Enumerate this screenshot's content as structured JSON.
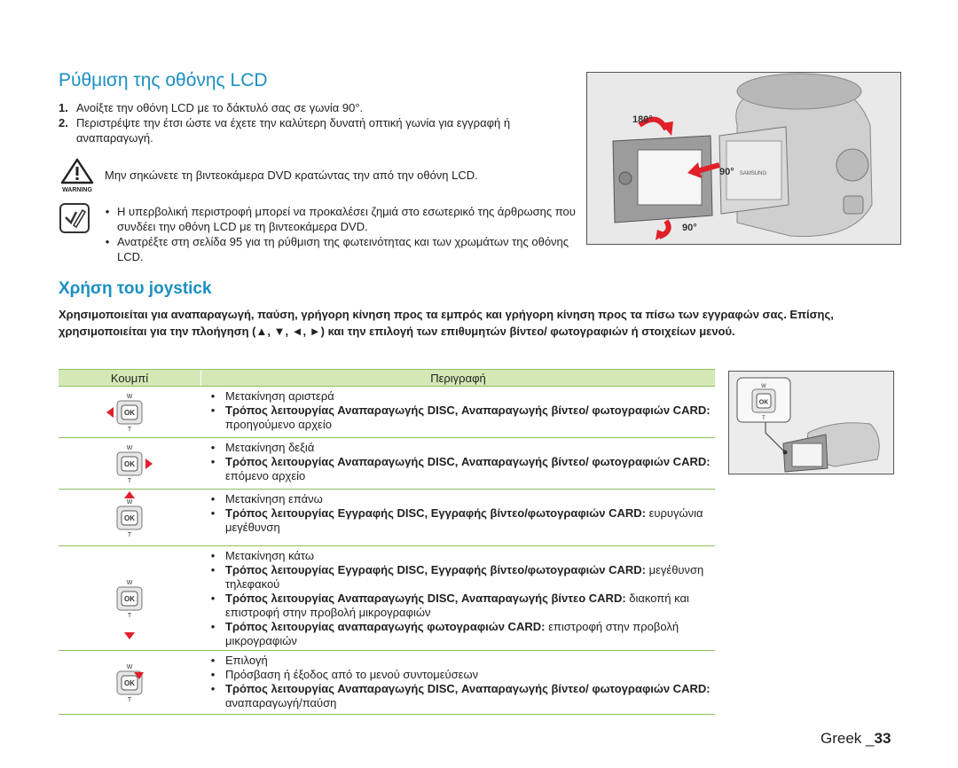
{
  "section1": {
    "title": "Ρύθμιση της οθόνης LCD",
    "steps": [
      {
        "num": "1.",
        "text": "Ανοίξτε την οθόνη LCD με το δάκτυλό σας σε γωνία 90°."
      },
      {
        "num": "2.",
        "text": "Περιστρέψτε την έτσι ώστε να έχετε την καλύτερη δυνατή οπτική γωνία για εγγραφή ή αναπαραγωγή."
      }
    ],
    "warning_label": "WARNING",
    "warning_text": "Μην σηκώνετε τη βιντεοκάμερα DVD κρατώντας την από την οθόνη LCD.",
    "notes": [
      "Η υπερβολική περιστροφή μπορεί να προκαλέσει ζημιά στο εσωτερικό της άρθρωσης που συνδέει την οθόνη LCD με τη βιντεοκάμερα DVD.",
      "Ανατρέξτε στη σελίδα 95 για τη ρύθμιση της φωτεινότητας και των χρωμάτων της οθόνης LCD."
    ],
    "photo_labels": {
      "angle_180": "180°",
      "angle_90_right": "90°",
      "angle_90_bottom": "90°",
      "brand": "SAMSUNG"
    }
  },
  "section2": {
    "title": "Χρήση του joystick",
    "intro": "Χρησιμοποιείται για αναπαραγωγή, παύση, γρήγορη κίνηση προς τα εμπρός και γρήγορη κίνηση προς τα πίσω των εγγραφών σας. Επίσης, χρησιμοποιείται για την πλοήγηση (▲, ▼, ◄, ►) και την επιλογή των επιθυμητών βίντεο/ φωτογραφιών ή στοιχείων μενού.",
    "table": {
      "col_button": "Κουμπί",
      "col_desc": "Περιγραφή",
      "joystick_labels": {
        "ok": "OK",
        "w": "W",
        "t": "T"
      },
      "rows": [
        {
          "arrow": "left",
          "items": [
            {
              "bold": "",
              "text": "Μετακίνηση αριστερά"
            },
            {
              "bold": "Τρόπος λειτουργίας Αναπαραγωγής DISC, Αναπαραγωγής βίντεο/ φωτογραφιών CARD:",
              "text": " προηγούμενο αρχείο"
            }
          ]
        },
        {
          "arrow": "right",
          "items": [
            {
              "bold": "",
              "text": "Μετακίνηση δεξιά"
            },
            {
              "bold": "Τρόπος λειτουργίας Αναπαραγωγής DISC, Αναπαραγωγής βίντεο/ φωτογραφιών CARD:",
              "text": " επόμενο αρχείο"
            }
          ]
        },
        {
          "arrow": "up",
          "items": [
            {
              "bold": "",
              "text": "Μετακίνηση επάνω"
            },
            {
              "bold": "Τρόπος λειτουργίας Εγγραφής DISC, Εγγραφής βίντεο/φωτογραφιών CARD:",
              "text": " ευρυγώνια μεγέθυνση"
            }
          ]
        },
        {
          "arrow": "down",
          "items": [
            {
              "bold": "",
              "text": "Μετακίνηση κάτω"
            },
            {
              "bold": "Τρόπος λειτουργίας Εγγραφής DISC, Εγγραφής βίντεο/φωτογραφιών CARD:",
              "text": " μεγέθυνση τηλεφακού"
            },
            {
              "bold": "Τρόπος λειτουργίας Αναπαραγωγής DISC, Αναπαραγωγής βίντεο CARD:",
              "text": " διακοπή και επιστροφή στην προβολή μικρογραφιών"
            },
            {
              "bold": "Τρόπος λειτουργίας αναπαραγωγής φωτογραφιών CARD:",
              "text": " επιστροφή στην προβολή μικρογραφιών"
            }
          ]
        },
        {
          "arrow": "press",
          "items": [
            {
              "bold": "",
              "text": "Επιλογή"
            },
            {
              "bold": "",
              "text": "Πρόσβαση ή έξοδος από το μενού συντομεύσεων"
            },
            {
              "bold": "Τρόπος λειτουργίας Αναπαραγωγής DISC, Αναπαραγωγής βίντεο/ φωτογραφιών CARD:",
              "text": " αναπαραγωγή/παύση"
            }
          ]
        }
      ]
    }
  },
  "footer": {
    "lang": "Greek _",
    "page": "33"
  },
  "colors": {
    "accent": "#1a8fc2",
    "table_header": "#d4e8b6",
    "table_rule": "#8cc063",
    "arrow": "#e0202a"
  }
}
